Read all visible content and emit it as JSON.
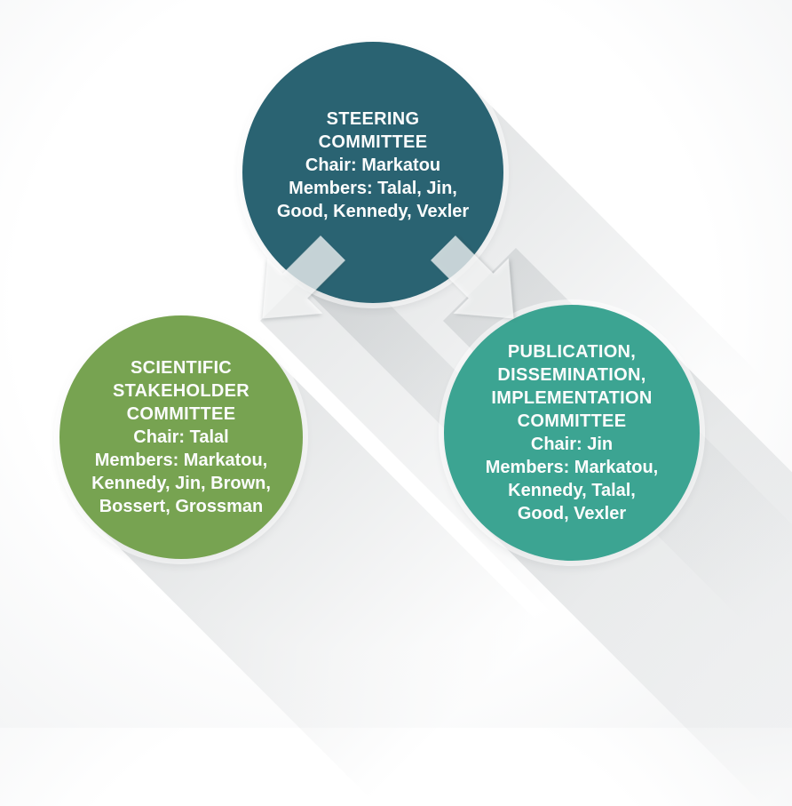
{
  "figure": {
    "type": "organizational-chart",
    "background_color": "#FFFFFF",
    "text_color": "#FBFCFC",
    "committees": [
      {
        "name": "STEERING COMMITTEE",
        "chair": "Chair: Markatou",
        "members": "Members: Talal, Jin, Good, Kennedy, Vexler",
        "color": "#2A6372"
      },
      {
        "name": "SCIENTIFIC STAKEHOLDER COMMITTEE",
        "chair": "Chair: Talal",
        "members": "Members: Markatou, Kennedy, Jin, Brown, Bossert, Grossman",
        "color": "#77A351"
      },
      {
        "name": "PUBLICATION, DISSEMINATION, IMPLEMENTATION COMMITTEE",
        "chair": "Chair: Jin",
        "members": "Members: Markatou, Kennedy, Talal, Good, Vexler",
        "color": "#3CA492"
      }
    ],
    "arrows": [
      {
        "from": "STEERING COMMITTEE",
        "to": "SCIENTIFIC STAKEHOLDER COMMITTEE",
        "direction": "down-left",
        "icon": "arrow-down-left-icon",
        "color": "#FFFFFF"
      },
      {
        "from": "STEERING COMMITTEE",
        "to": "PUBLICATION, DISSEMINATION, IMPLEMENTATION COMMITTEE",
        "direction": "down-right",
        "icon": "arrow-down-right-icon",
        "color": "#FFFFFF"
      }
    ]
  }
}
